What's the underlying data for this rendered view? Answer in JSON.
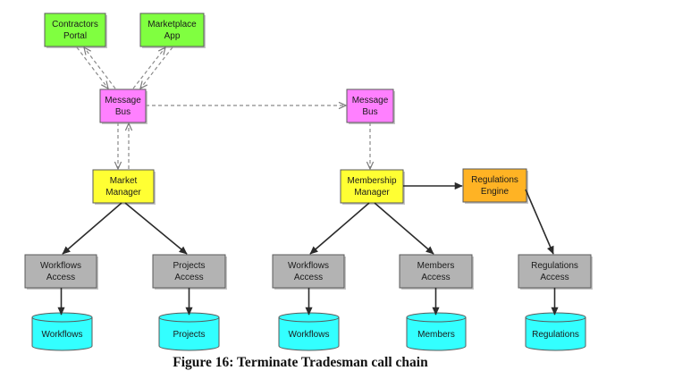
{
  "figure": {
    "caption": "Figure 16: Terminate Tradesman call chain"
  },
  "colors": {
    "client_fill": "#80ff40",
    "bus_fill": "#ff80ff",
    "manager_fill": "#ffff33",
    "engine_fill": "#ffb324",
    "access_fill": "#b3b3b3",
    "resource_fill": "#33ffff"
  },
  "clients": {
    "contractors_portal": {
      "lines": [
        "Contractors",
        "Portal"
      ]
    },
    "marketplace_app": {
      "lines": [
        "Marketplace",
        "App"
      ]
    }
  },
  "buses": {
    "bus_1": {
      "lines": [
        "Message",
        "Bus"
      ]
    },
    "bus_2": {
      "lines": [
        "Message",
        "Bus"
      ]
    }
  },
  "managers": {
    "market": {
      "lines": [
        "Market",
        "Manager"
      ]
    },
    "membership": {
      "lines": [
        "Membership",
        "Manager"
      ]
    }
  },
  "engines": {
    "regulations": {
      "lines": [
        "Regulations",
        "Engine"
      ]
    }
  },
  "resource_access": {
    "workflows_1": {
      "lines": [
        "Workflows",
        "Access"
      ]
    },
    "projects": {
      "lines": [
        "Projects",
        "Access"
      ]
    },
    "workflows_2": {
      "lines": [
        "Workflows",
        "Access"
      ]
    },
    "members": {
      "lines": [
        "Members",
        "Access"
      ]
    },
    "regulations": {
      "lines": [
        "Regulations",
        "Access"
      ]
    }
  },
  "resources": {
    "workflows_1": {
      "label": "Workflows"
    },
    "projects": {
      "label": "Projects"
    },
    "workflows_2": {
      "label": "Workflows"
    },
    "members": {
      "label": "Members"
    },
    "regulations": {
      "label": "Regulations"
    }
  }
}
